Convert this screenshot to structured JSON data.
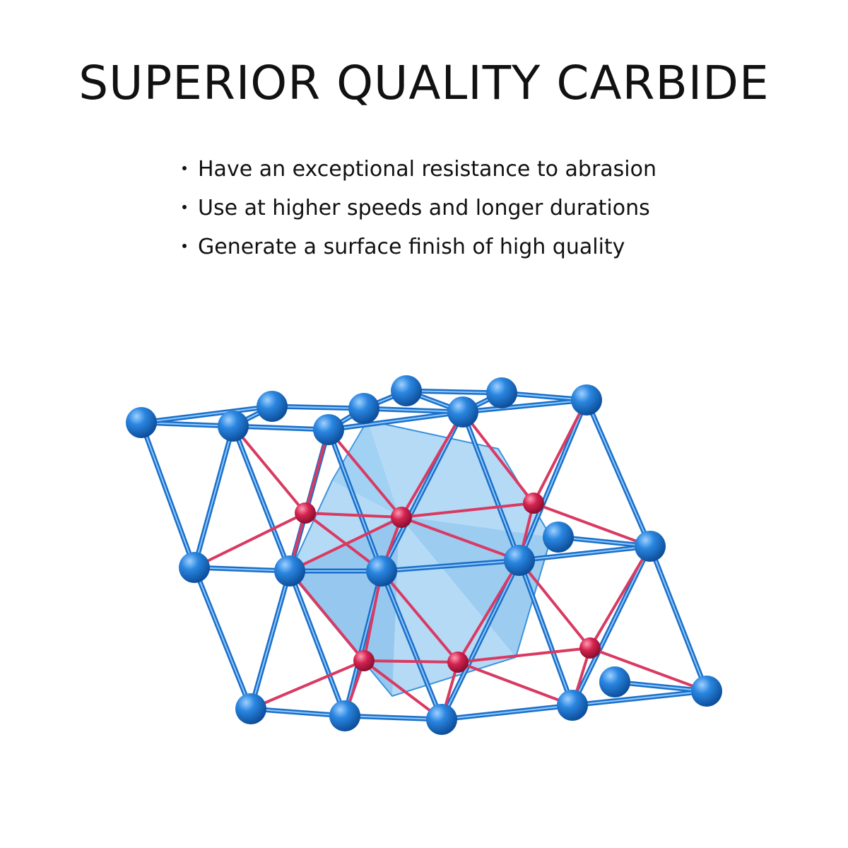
{
  "title": "SUPERIOR QUALITY CARBIDE",
  "features": [
    "Have an exceptional resistance to abrasion",
    "Use at higher speeds and longer durations",
    "Generate a surface finish of high quality"
  ],
  "illustration": {
    "subject": "carbide-crystal-lattice",
    "colors": {
      "metal_atom": "#1f73d1",
      "carbon_atom": "#d4234f",
      "bond_blue": "#2a86e0",
      "bond_red": "#d93a62",
      "octahedron": "#5aaeea"
    }
  }
}
